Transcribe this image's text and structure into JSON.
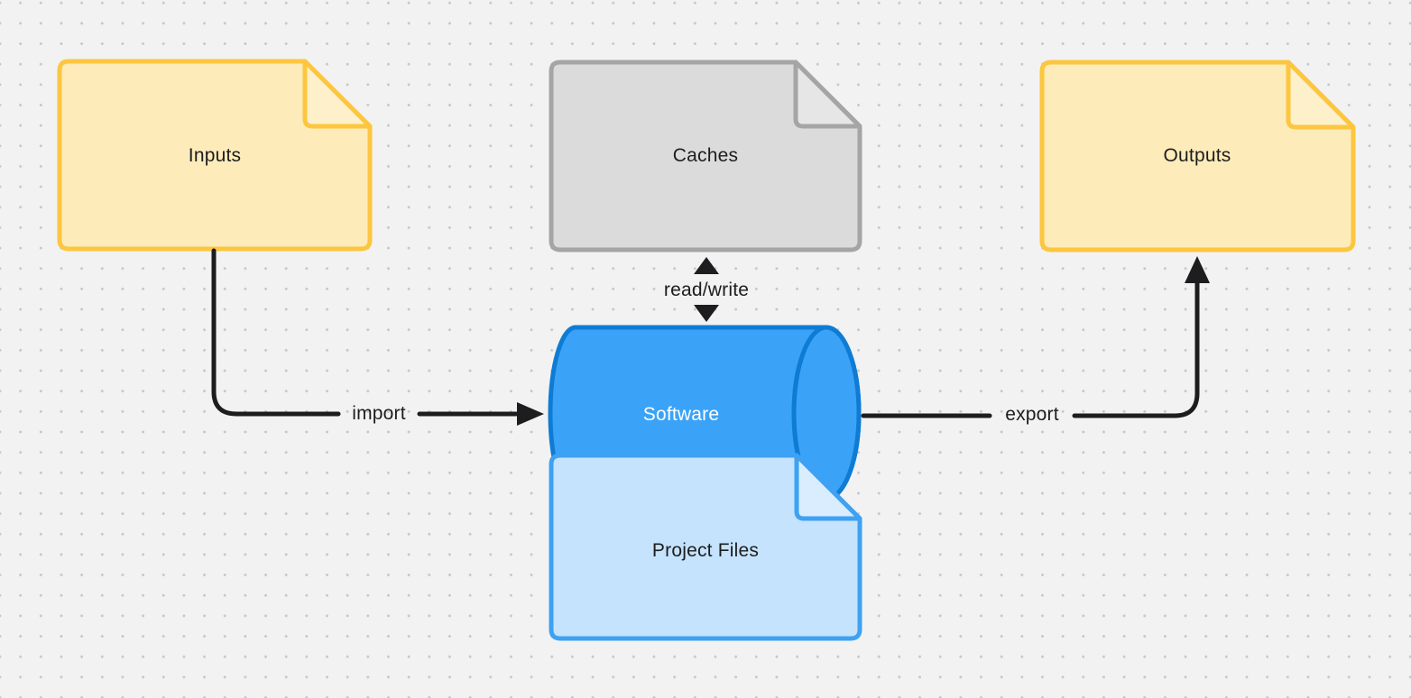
{
  "canvas": {
    "background_color": "#F2F2F2",
    "dot_color": "#C6C6C8",
    "line_color": "#1D1D1F",
    "text_color": "#1D1D1F"
  },
  "nodes": [
    {
      "id": "inputs",
      "label": "Inputs",
      "shape": "document",
      "fill": "#FDEBBA",
      "fold_fill": "#FDF0CB",
      "border": "#FCC63F"
    },
    {
      "id": "caches",
      "label": "Caches",
      "shape": "document",
      "fill": "#DBDBDB",
      "fold_fill": "#E6E6E6",
      "border": "#A5A5A5"
    },
    {
      "id": "outputs",
      "label": "Outputs",
      "shape": "document",
      "fill": "#FDEBBA",
      "fold_fill": "#FDF0CB",
      "border": "#FCC63F"
    },
    {
      "id": "software",
      "label": "Software",
      "shape": "cylinder",
      "fill": "#3BA3F7",
      "border": "#0E7CD4",
      "text_color": "#FFFFFF"
    },
    {
      "id": "project-files",
      "label": "Project Files",
      "shape": "document",
      "fill": "#C5E3FC",
      "fold_fill": "#D9EDFE",
      "border": "#3FA1F2"
    }
  ],
  "connectors": [
    {
      "id": "import",
      "label": "import",
      "from": "inputs",
      "to": "software",
      "arrow": "one-way"
    },
    {
      "id": "export",
      "label": "export",
      "from": "software",
      "to": "outputs",
      "arrow": "one-way"
    },
    {
      "id": "read-write",
      "label": "read/write",
      "from": "caches",
      "to": "software",
      "arrow": "two-way"
    }
  ]
}
